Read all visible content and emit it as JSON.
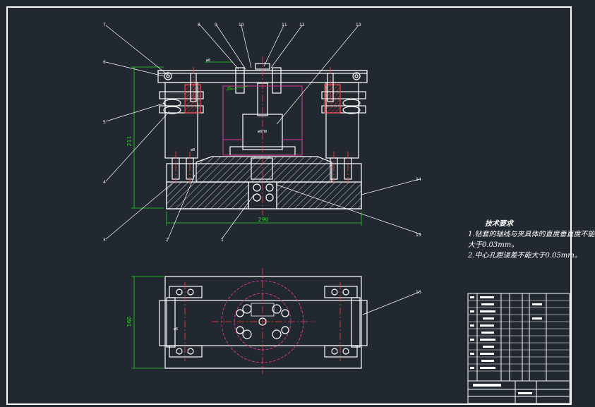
{
  "drawing": {
    "front_view": {
      "dim_height": "211",
      "dim_width": "290",
      "small_dims": [
        "ø6",
        "ø8",
        "ø5"
      ],
      "inner_label": "ø6H8"
    },
    "top_view": {
      "dim_height": "160",
      "small_dims": [
        "ø6"
      ]
    },
    "callouts": [
      "1",
      "2",
      "3",
      "4",
      "5",
      "6",
      "7",
      "8",
      "9",
      "10",
      "11",
      "12",
      "13",
      "14",
      "15",
      "16"
    ],
    "colors": {
      "background": "#212830",
      "outline": "#ffffff",
      "dimension": "#22d322",
      "centerline": "#ff3b3b",
      "hidden": "#e0399a",
      "hatch": "#ffffff"
    }
  },
  "notes": {
    "title": "技术要求",
    "lines": [
      "1.钻套的轴线与夹具体的直度垂直度不能",
      "大于0.03mm。",
      "2.中心孔距误差不能大于0.05mm。"
    ]
  }
}
